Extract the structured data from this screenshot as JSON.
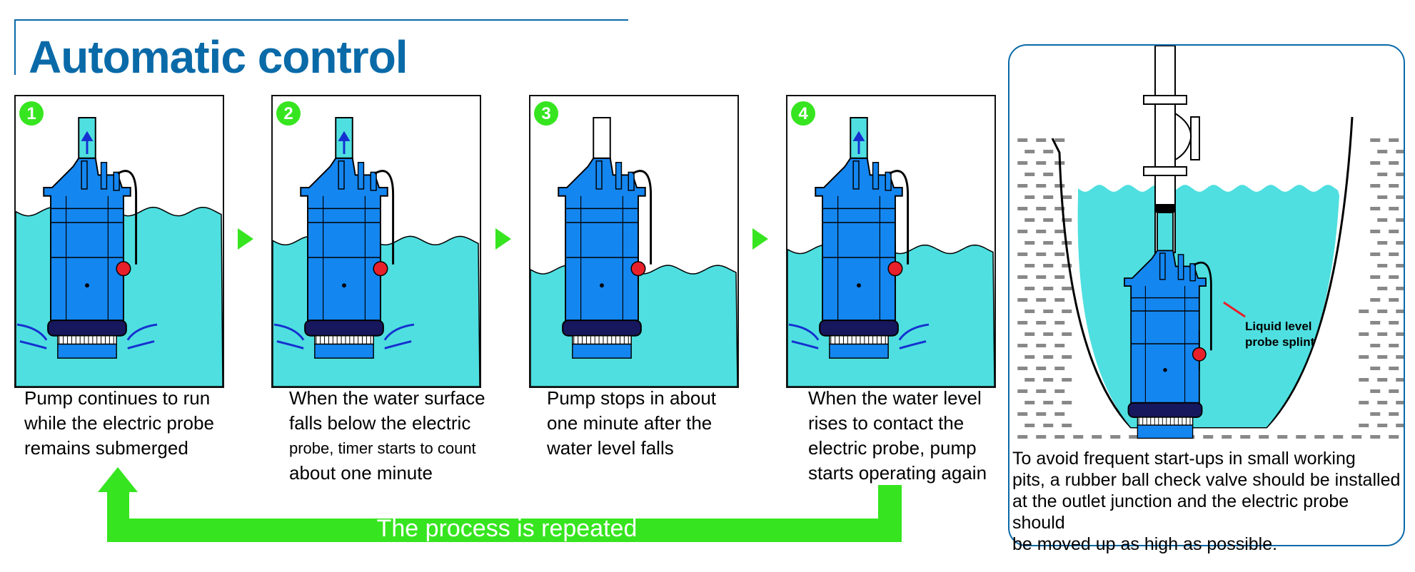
{
  "title": "Automatic control",
  "steps": [
    {
      "number": "1",
      "caption_lines": [
        "Pump continues to run",
        "while the electric probe",
        "remains submerged"
      ],
      "water_level": 0.52,
      "flow": true
    },
    {
      "number": "2",
      "caption_lines": [
        "When the water surface",
        "falls below the electric",
        "probe, timer starts to count",
        "about one minute"
      ],
      "water_level": 0.62,
      "flow": true
    },
    {
      "number": "3",
      "caption_lines": [
        "Pump stops in about",
        "one minute after the",
        "water level falls"
      ],
      "water_level": 0.72,
      "flow": false
    },
    {
      "number": "4",
      "caption_lines": [
        "When the water level",
        "rises to contact the",
        "electric probe, pump",
        "starts operating again"
      ],
      "water_level": 0.65,
      "flow": true
    }
  ],
  "cycle_label": "The process is repeated",
  "note": {
    "lines": [
      "To avoid frequent start-ups in small working",
      "pits, a rubber ball check valve should be installed",
      "at the outlet junction and the electric probe should",
      "be moved up as high as possible."
    ],
    "probe_label_lines": [
      "Liquid level",
      "probe splint"
    ]
  },
  "colors": {
    "accent": "#0a6aa8",
    "water": "#4fdfe0",
    "pump": "#1486f0",
    "pump_dark": "#17175e",
    "green": "#36e51f",
    "probe": "#e8202a"
  }
}
